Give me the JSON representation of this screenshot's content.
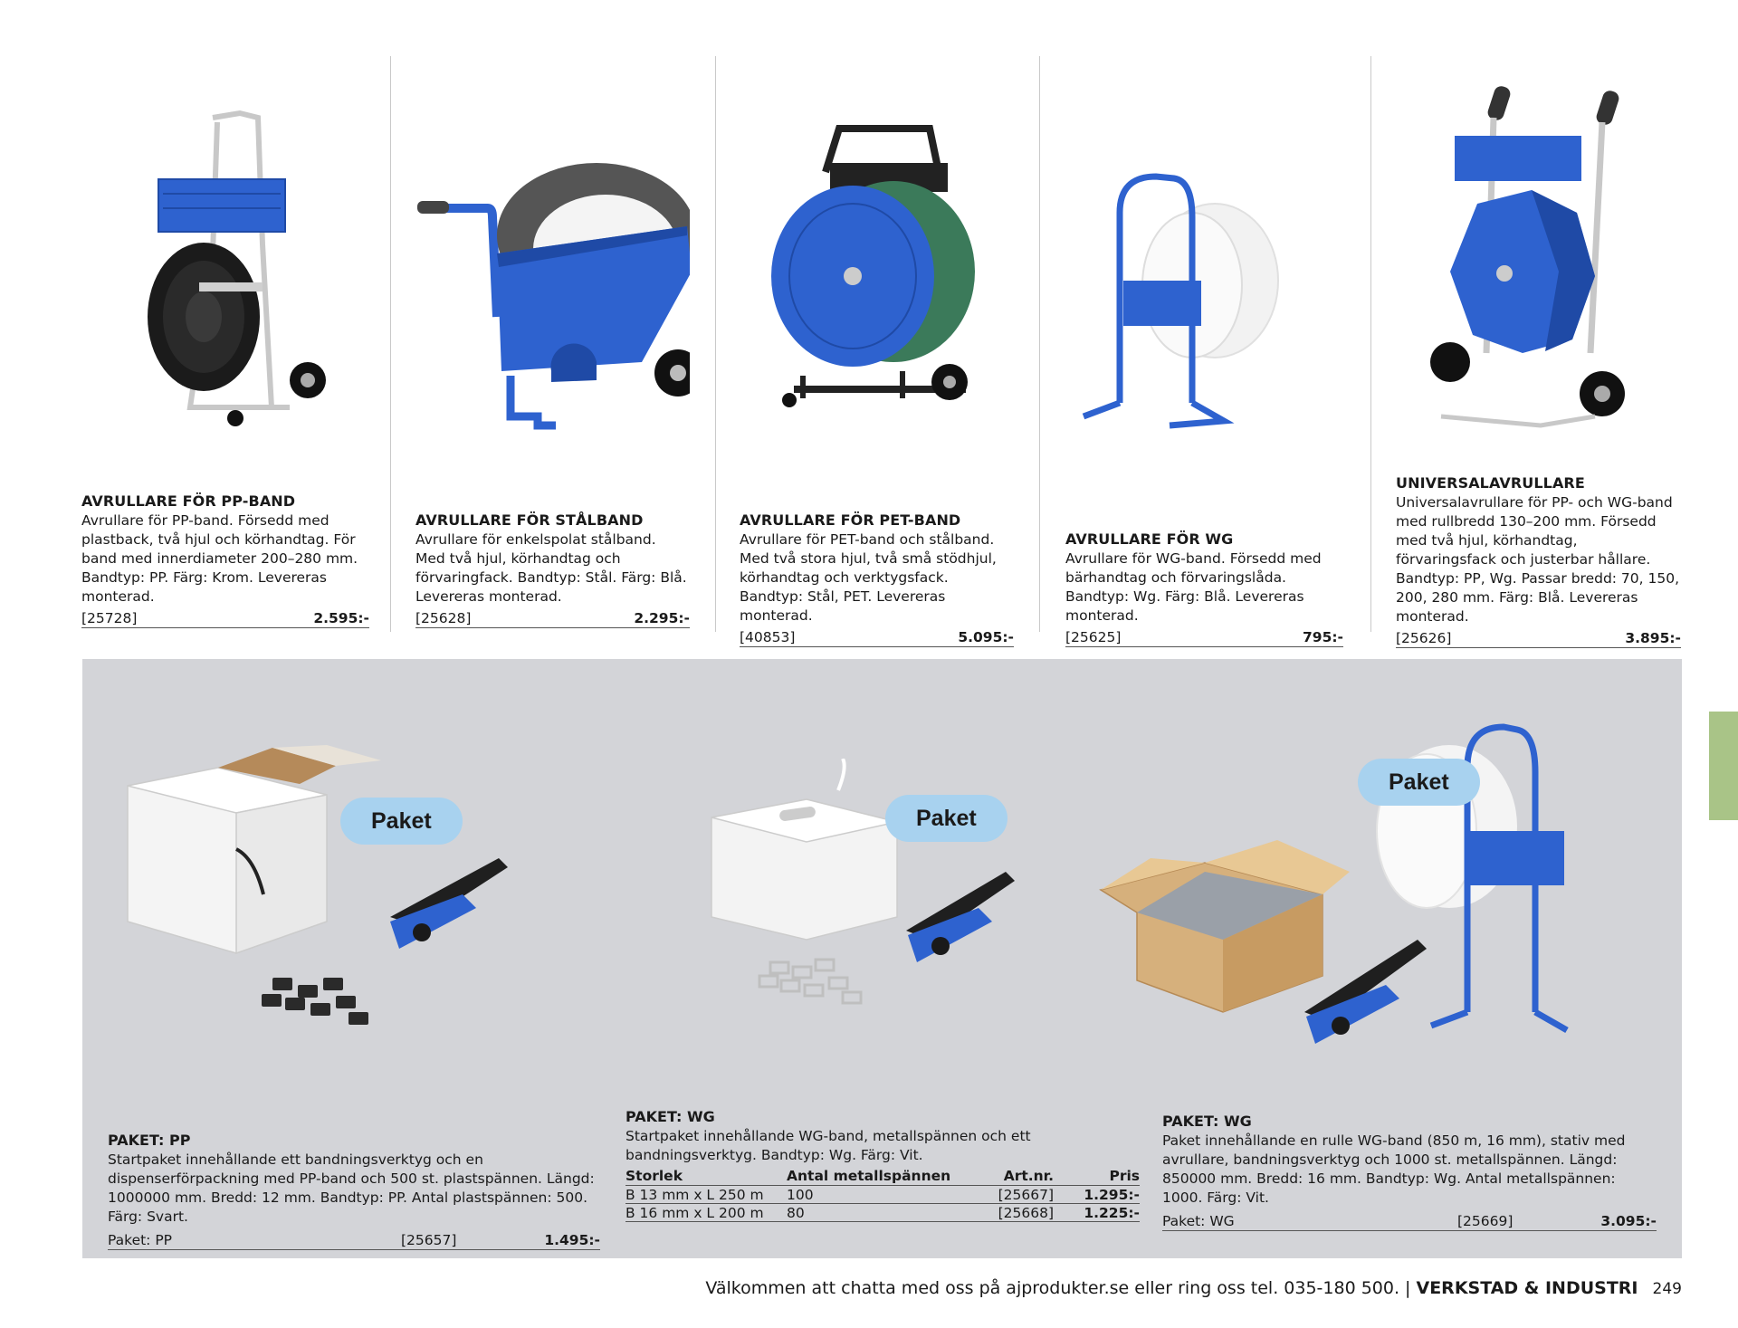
{
  "products": [
    {
      "title": "AVRULLARE FÖR PP-BAND",
      "desc": "Avrullare för PP-band. Försedd med plastback, två hjul och körhandtag. För band med innerdiameter 200–280 mm. Bandtyp: PP. Färg: Krom. Levereras monterad.",
      "art": "[25728]",
      "price": "2.595:-"
    },
    {
      "title": "AVRULLARE FÖR STÅLBAND",
      "desc": "Avrullare för enkelspolat stålband. Med två hjul, körhandtag och förvaringfack. Bandtyp: Stål. Färg: Blå. Levereras monterad.",
      "art": "[25628]",
      "price": "2.295:-"
    },
    {
      "title": "AVRULLARE FÖR PET-BAND",
      "desc": "Avrullare för PET-band och stålband. Med två stora hjul, två små stödhjul, körhandtag och verktygsfack. Bandtyp: Stål, PET. Levereras monterad.",
      "art": "[40853]",
      "price": "5.095:-"
    },
    {
      "title": "AVRULLARE FÖR WG",
      "desc": "Avrullare för WG-band. Försedd med bärhandtag och förvaringslåda. Bandtyp: Wg. Färg: Blå. Levereras monterad.",
      "art": "[25625]",
      "price": "795:-"
    },
    {
      "title": "UNIVERSALAVRULLARE",
      "desc": "Universalavrullare för PP- och WG-band med rullbredd 130–200 mm. Försedd med två hjul, körhandtag, förvaringsfack och justerbar hållare. Bandtyp: PP, Wg. Passar bredd: 70, 150, 200, 280 mm. Färg: Blå. Levereras monterad.",
      "art": "[25626]",
      "price": "3.895:-"
    }
  ],
  "badge_label": "Paket",
  "packages": {
    "pp": {
      "title": "PAKET: PP",
      "desc": "Startpaket innehållande ett bandningsverktyg och en dispenserförpackning med PP-band och 500 st. plastspännen. Längd: 1000000 mm. Bredd: 12 mm. Bandtyp: PP. Antal plastspännen: 500. Färg: Svart.",
      "line_label": "Paket: PP",
      "art": "[25657]",
      "price": "1.495:-"
    },
    "wg_start": {
      "title": "PAKET: WG",
      "desc": "Startpaket innehållande WG-band, metallspännen och ett bandningsverktyg. Bandtyp: Wg. Färg: Vit.",
      "headers": {
        "size": "Storlek",
        "count": "Antal metallspännen",
        "art": "Art.nr.",
        "price": "Pris"
      },
      "rows": [
        {
          "size": "B 13 mm x L 250 m",
          "count": "100",
          "art": "[25667]",
          "price": "1.295:-"
        },
        {
          "size": "B 16 mm x L 200 m",
          "count": "80",
          "art": "[25668]",
          "price": "1.225:-"
        }
      ]
    },
    "wg_full": {
      "title": "PAKET: WG",
      "desc": "Paket innehållande en rulle WG-band (850 m, 16 mm), stativ med avrullare, bandningsverktyg och 1000 st. metallspännen. Längd: 850000 mm. Bredd: 16 mm. Bandtyp: Wg. Antal metallspännen: 1000. Färg: Vit.",
      "line_label": "Paket: WG",
      "art": "[25669]",
      "price": "3.095:-"
    }
  },
  "footer": {
    "text": "Välkommen att chatta med oss på ajprodukter.se eller ring oss tel. 035-180 500.",
    "divider": "|",
    "section": "VERKSTAD & INDUSTRI",
    "page": "249"
  },
  "colors": {
    "accent_blue": "#2f64c8",
    "panel_grey": "#d3d4d8",
    "badge": "#a8d2ef",
    "tab_green": "#a9c487"
  }
}
